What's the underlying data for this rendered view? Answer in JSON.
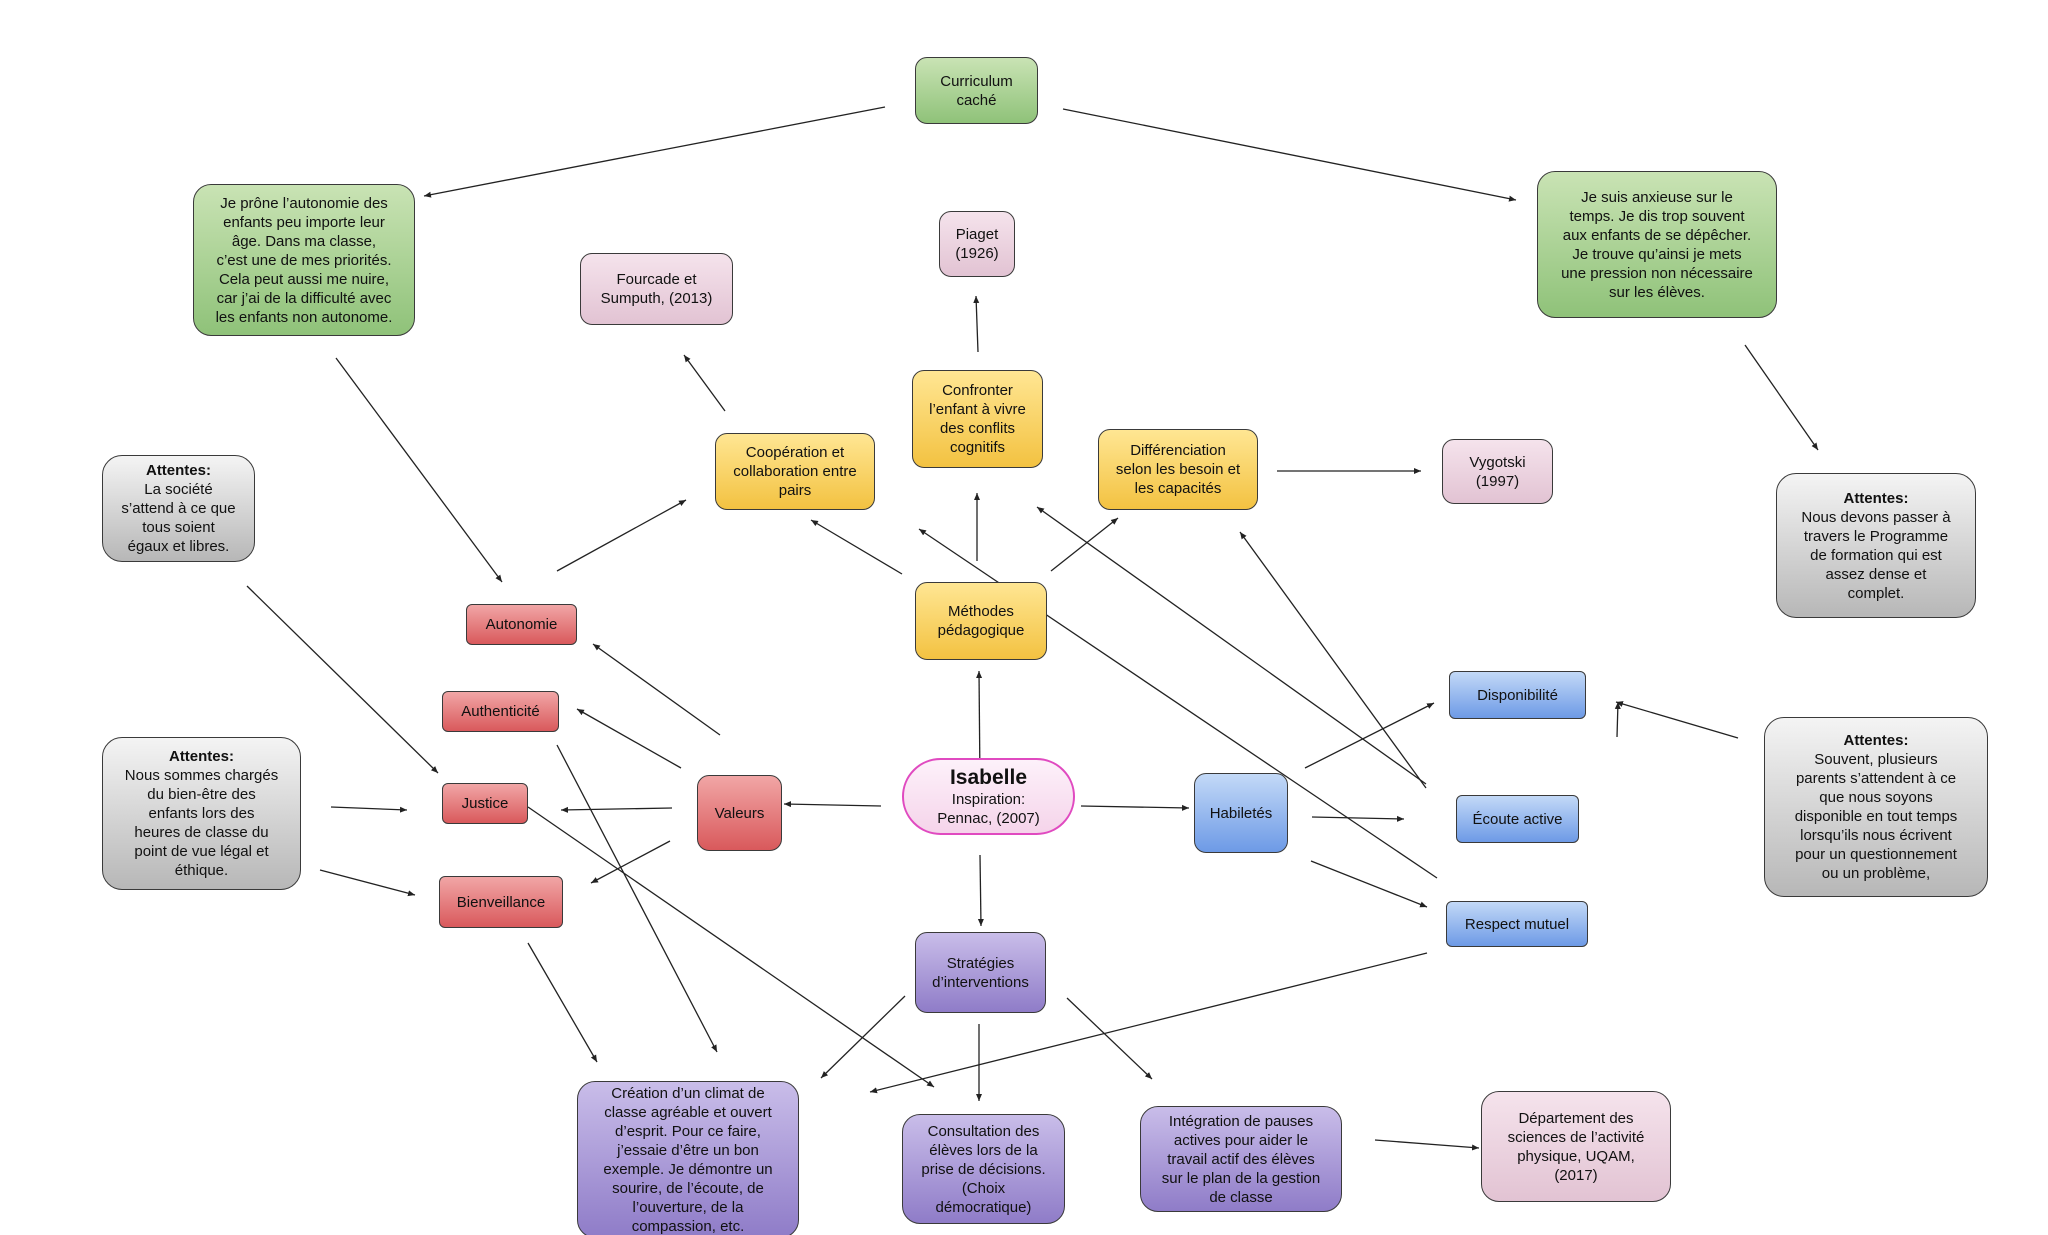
{
  "center": {
    "title": "Isabelle",
    "subtitle": "Inspiration:\nPennac, (2007)"
  },
  "nodes": {
    "curriculum": "Curriculum\ncaché",
    "autonomie_texte": "Je prône l’autonomie des\nenfants peu importe leur\nâge. Dans ma classe,\nc’est une de mes priorités.\nCela peut aussi me nuire,\ncar j’ai de la difficulté avec\nles enfants non autonome.",
    "anxieuse": "Je suis anxieuse sur le\ntemps. Je dis trop souvent\naux enfants de se dépêcher.\nJe trouve qu’ainsi je mets\nune pression non nécessaire\nsur les élèves.",
    "piaget": "Piaget\n(1926)",
    "fourcade": "Fourcade et\nSumputh, (2013)",
    "vygotski": "Vygotski\n(1997)",
    "departement": "Département des\nsciences de l’activité\nphysique, UQAM,\n(2017)",
    "confronter": "Confronter\nl’enfant à vivre\ndes conflits\ncognitifs",
    "cooperation": "Coopération et\ncollaboration entre\npairs",
    "differenciation": "Différenciation\nselon les besoin et\nles capacités",
    "methodes": "Méthodes\npédagogique",
    "autonomie": "Autonomie",
    "authenticite": "Authenticité",
    "justice": "Justice",
    "bienveillance": "Bienveillance",
    "valeurs": "Valeurs",
    "habiletes": "Habiletés",
    "disponibilite": "Disponibilité",
    "ecoute": "Écoute active",
    "respect": "Respect  mutuel",
    "strategies": "Stratégies\nd’interventions",
    "creation": "Création d’un climat de\nclasse agréable et ouvert\nd’esprit. Pour ce faire,\nj’essaie d’être un bon\nexemple. Je démontre un\nsourire, de l’écoute, de\nl’ouverture, de la\ncompassion, etc.",
    "consultation": "Consultation des\nélèves lors de la\nprise de décisions.\n(Choix\ndémocratique)",
    "integration": "Intégration de pauses\nactives pour aider le\ntravail actif des élèves\nsur le plan de la gestion\nde classe"
  },
  "attentes": {
    "header": "Attentes:",
    "societe": "La société\ns’attend à ce que\ntous soient\négaux et libres.",
    "charges": "Nous sommes chargés\ndu bien-être des\nenfants lors des\nheures de classe du\npoint de vue légal et\néthique.",
    "programme": "Nous devons passer à\ntravers le Programme\nde formation qui est\nassez dense et\ncomplet.",
    "parents": "Souvent, plusieurs\nparents s’attendent à ce\nque nous soyons\ndisponible en tout temps\nlorsqu’ils nous écrivent\npour un questionnement\nou un problème,"
  },
  "colors": {
    "green": "#8fc279",
    "pink": "#e2c3d3",
    "yellow": "#f3c241",
    "red": "#d9595c",
    "blue": "#6d9ae6",
    "purple": "#8f7cc8",
    "gray": "#b7b7b7",
    "center_border": "#e04ac0"
  }
}
